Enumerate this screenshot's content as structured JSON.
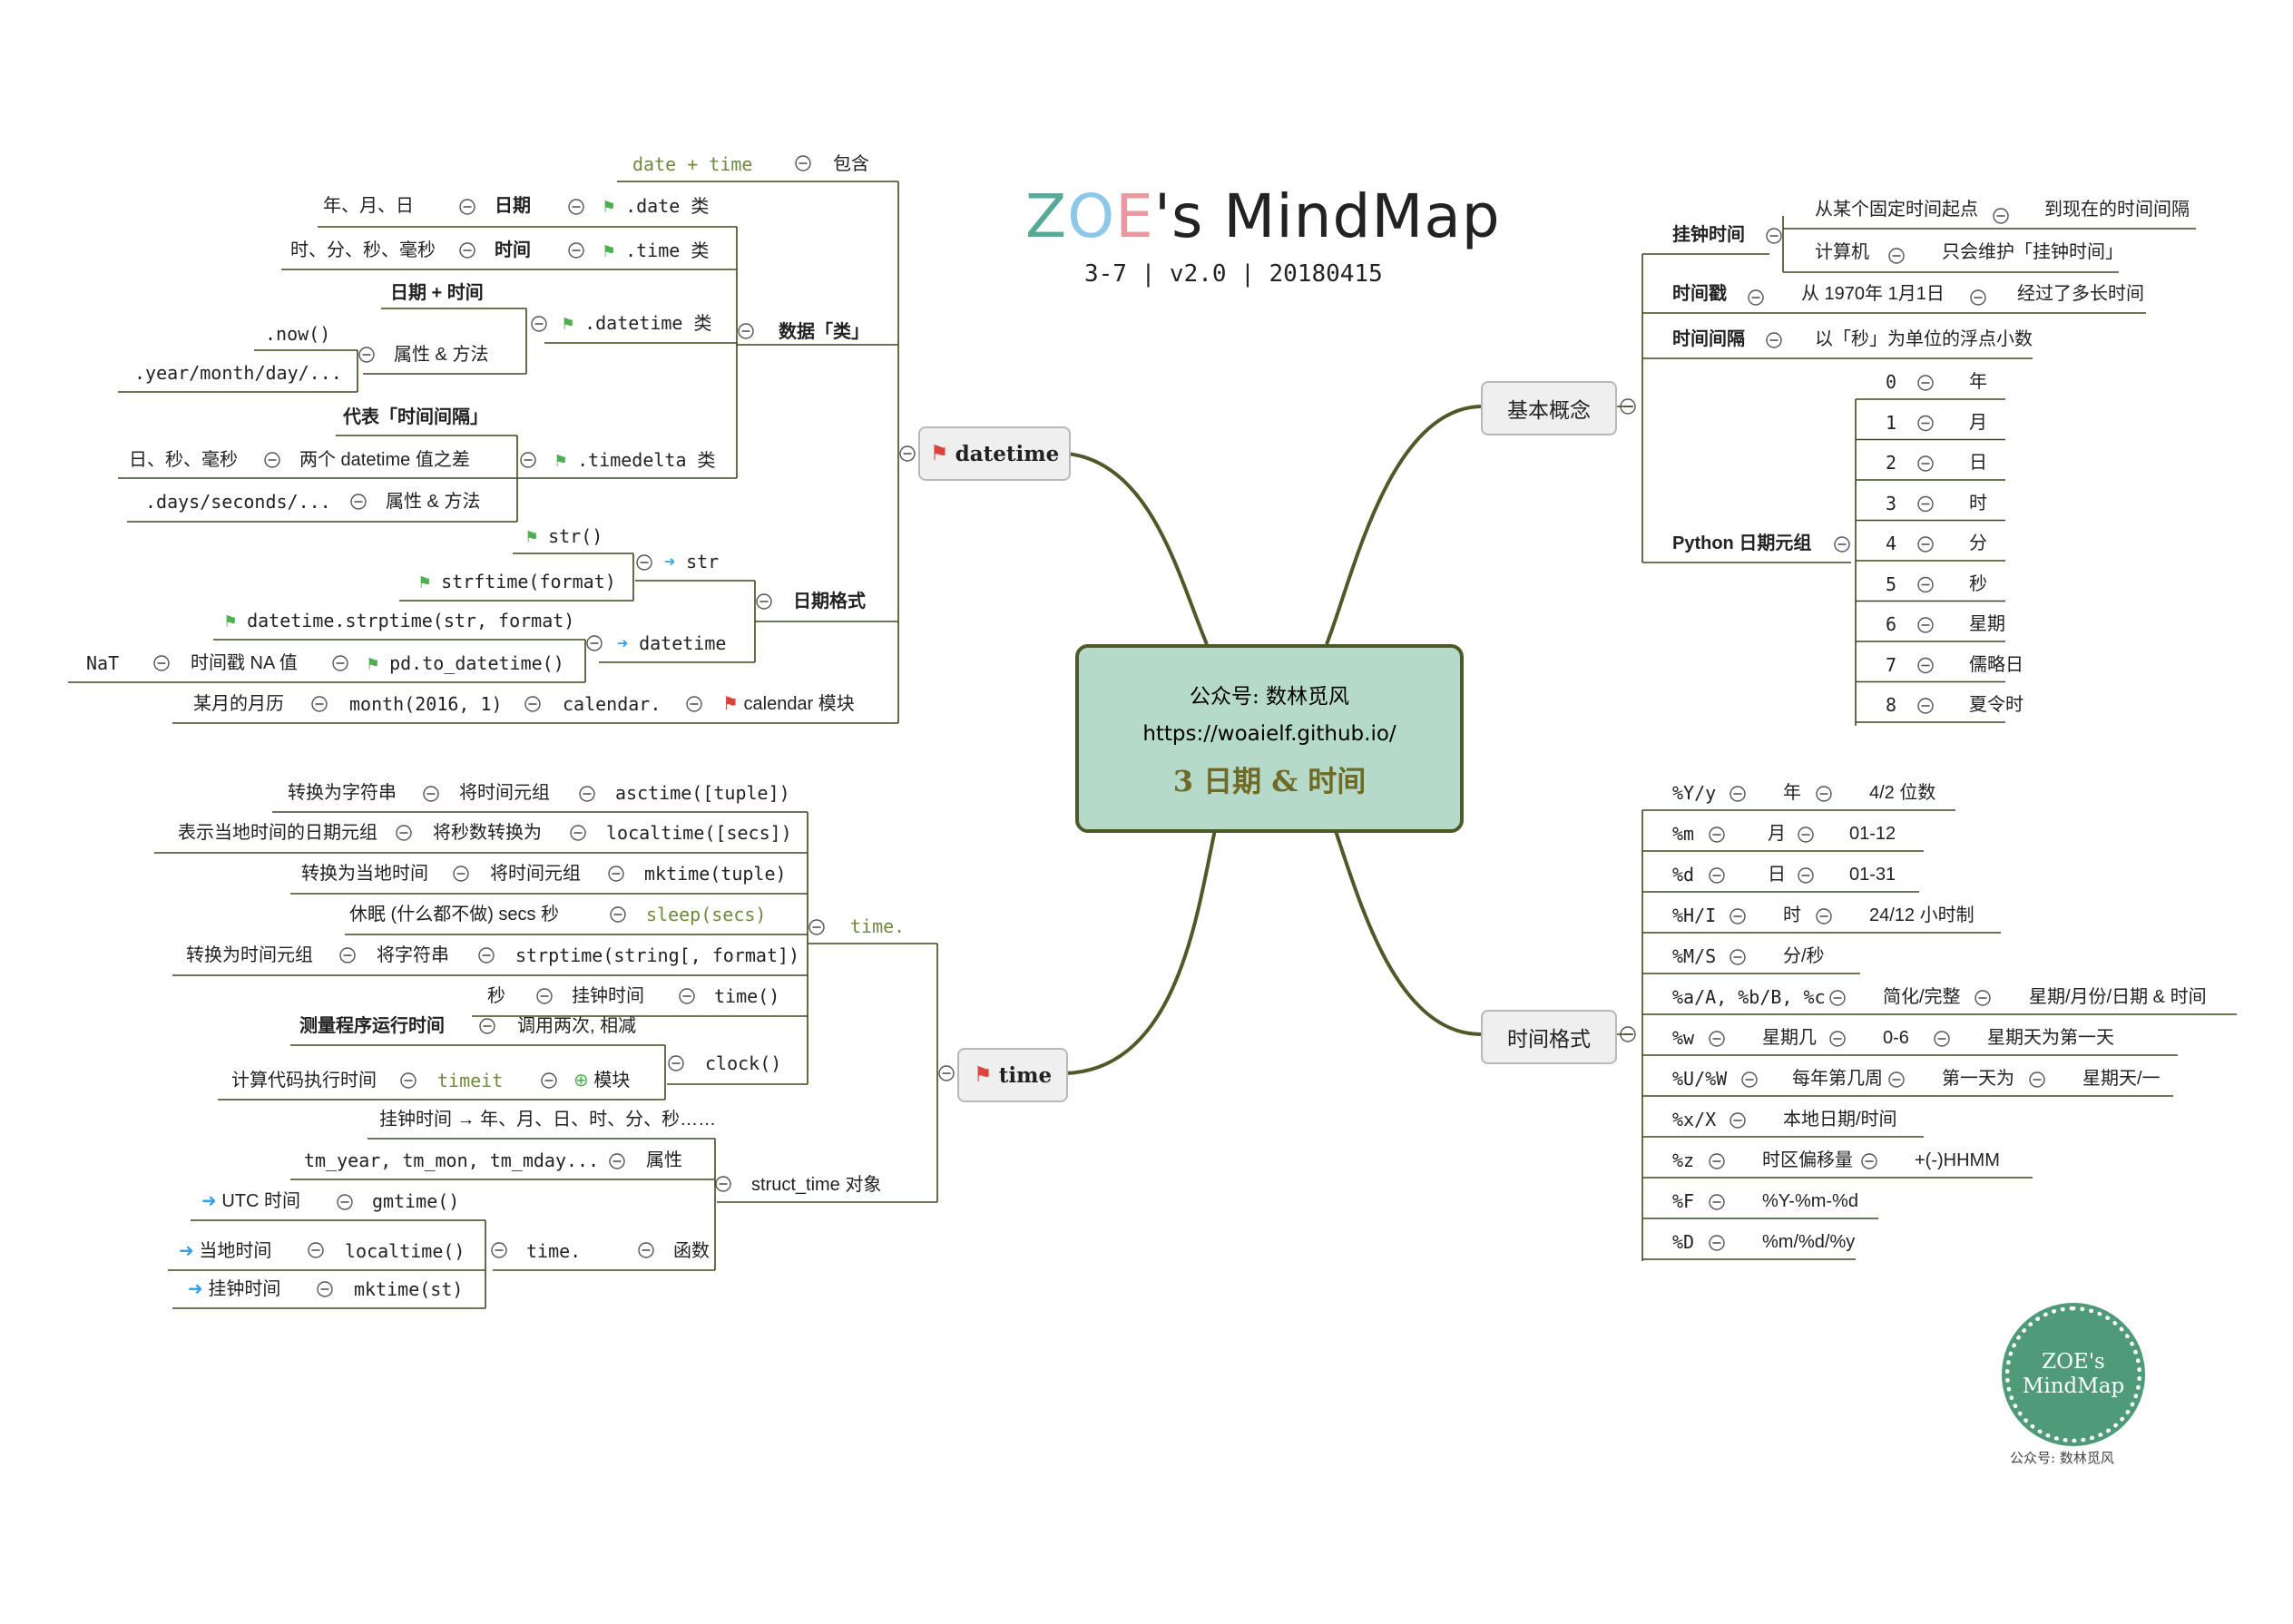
{
  "title": {
    "parts": [
      {
        "text": "Z",
        "color": "#5aa89a"
      },
      {
        "text": "O",
        "color": "#8cc8e8"
      },
      {
        "text": "E",
        "color": "#e99aa0"
      },
      {
        "text": "'s MindMap",
        "color": "#222222"
      }
    ],
    "subtitle": "3-7 | v2.0 | 20180415"
  },
  "colors": {
    "branch": "#4d5a28",
    "line": "#3c4a1e",
    "central_fill": "#b5dac9",
    "accent_green": "#6f8a3c",
    "flag_red": "#d9443b",
    "flag_green": "#4caf50",
    "arrow_blue": "#3aa0e6",
    "seal": "#4f9a78"
  },
  "central": {
    "line1": "公众号: 数林觅风",
    "line2": "https://woaielf.github.io/",
    "line3": "3 日期 & 时间"
  },
  "branches": {
    "datetime": "datetime",
    "time": "time",
    "basic": "基本概念",
    "format": "时间格式"
  },
  "dt": {
    "date_time": "date + time",
    "include": "包含",
    "data_class": "数据「类」",
    "ymd": "年、月、日",
    "date_label": "日期",
    "date_class": ".date 类",
    "hms": "时、分、秒、毫秒",
    "time_label": "时间",
    "time_class": ".time 类",
    "date_plus_time": "日期 + 时间",
    "now": ".now()",
    "attr_method": "属性 & 方法",
    "year_month_day": ".year/month/day/...",
    "datetime_class": ".datetime 类",
    "rep_interval": "代表「时间间隔」",
    "d_s_ms": "日、秒、毫秒",
    "diff": "两个 datetime 值之差",
    "timedelta_class": ".timedelta 类",
    "days_seconds": ".days/seconds/...",
    "attr_method2": "属性 & 方法",
    "date_format": "日期格式",
    "str_fn": "str()",
    "strftime": "strftime(format)",
    "to_str": "str",
    "strptime": "datetime.strptime(str, format)",
    "nat": "NaT",
    "na_value": "时间戳 NA 值",
    "pd_to_datetime": "pd.to_datetime()",
    "to_datetime": "datetime",
    "month_cal": "某月的月历",
    "month_fn": "month(2016, 1)",
    "calendar_dot": "calendar.",
    "calendar_mod": "calendar 模块"
  },
  "tm": {
    "time_dot": "time.",
    "to_string": "转换为字符串",
    "tuple_label1": "将时间元组",
    "asctime": "asctime([tuple])",
    "local_tuple": "表示当地时间的日期元组",
    "secs_to": "将秒数转换为",
    "localtime_secs": "localtime([secs])",
    "to_local": "转换为当地时间",
    "tuple_label2": "将时间元组",
    "mktime_tuple": "mktime(tuple)",
    "sleep_desc": "休眠 (什么都不做) secs 秒",
    "sleep": "sleep(secs)",
    "to_tuple": "转换为时间元组",
    "string_label": "将字符串",
    "strptime": "strptime(string[, format])",
    "sec": "秒",
    "wall_time": "挂钟时间",
    "time_fn": "time()",
    "measure": "测量程序运行时间",
    "call_twice": "调用两次, 相减",
    "clock": "clock()",
    "calc_exec": "计算代码执行时间",
    "timeit": "timeit",
    "module": "模块",
    "wall_chain": "挂钟时间 → 年、月、日、时、分、秒……",
    "tm_fields": "tm_year, tm_mon, tm_mday...",
    "attr": "属性",
    "struct_time": "struct_time 对象",
    "utc": "UTC 时间",
    "gmtime": "gmtime()",
    "local_time": "当地时间",
    "localtime": "localtime()",
    "time_dot2": "time.",
    "func": "函数",
    "wall_time2": "挂钟时间",
    "mktime_st": "mktime(st)"
  },
  "basic": {
    "wall_clock": "挂钟时间",
    "from_fixed": "从某个固定时间起点",
    "to_now": "到现在的时间间隔",
    "computer": "计算机",
    "maintain": "只会维护「挂钟时间」",
    "timestamp": "时间戳",
    "from_1970": "从 1970年 1月1日",
    "elapsed": "经过了多长时间",
    "interval": "时间间隔",
    "float_sec": "以「秒」为单位的浮点小数",
    "tuple": "Python 日期元组",
    "tuple_items": [
      {
        "index": "0",
        "label": "年"
      },
      {
        "index": "1",
        "label": "月"
      },
      {
        "index": "2",
        "label": "日"
      },
      {
        "index": "3",
        "label": "时"
      },
      {
        "index": "4",
        "label": "分"
      },
      {
        "index": "5",
        "label": "秒"
      },
      {
        "index": "6",
        "label": "星期"
      },
      {
        "index": "7",
        "label": "儒略日"
      },
      {
        "index": "8",
        "label": "夏令时"
      }
    ]
  },
  "fmt": {
    "rows": [
      [
        "%Y/y",
        "年",
        "4/2 位数"
      ],
      [
        "%m",
        "月",
        "01-12"
      ],
      [
        "%d",
        "日",
        "01-31"
      ],
      [
        "%H/I",
        "时",
        "24/12 小时制"
      ],
      [
        "%M/S",
        "分/秒"
      ],
      [
        "%a/A, %b/B, %c",
        "简化/完整",
        "星期/月份/日期 & 时间"
      ],
      [
        "%w",
        "星期几",
        "0-6",
        "星期天为第一天"
      ],
      [
        "%U/%W",
        "每年第几周",
        "第一天为",
        "星期天/一"
      ],
      [
        "%x/X",
        "本地日期/时间"
      ],
      [
        "%z",
        "时区偏移量",
        "+(-)HHMM"
      ],
      [
        "%F",
        "%Y-%m-%d"
      ],
      [
        "%D",
        "%m/%d/%y"
      ]
    ]
  },
  "seal": {
    "line1": "ZOE's",
    "line2": "MindMap",
    "caption": "公众号: 数林觅风"
  }
}
